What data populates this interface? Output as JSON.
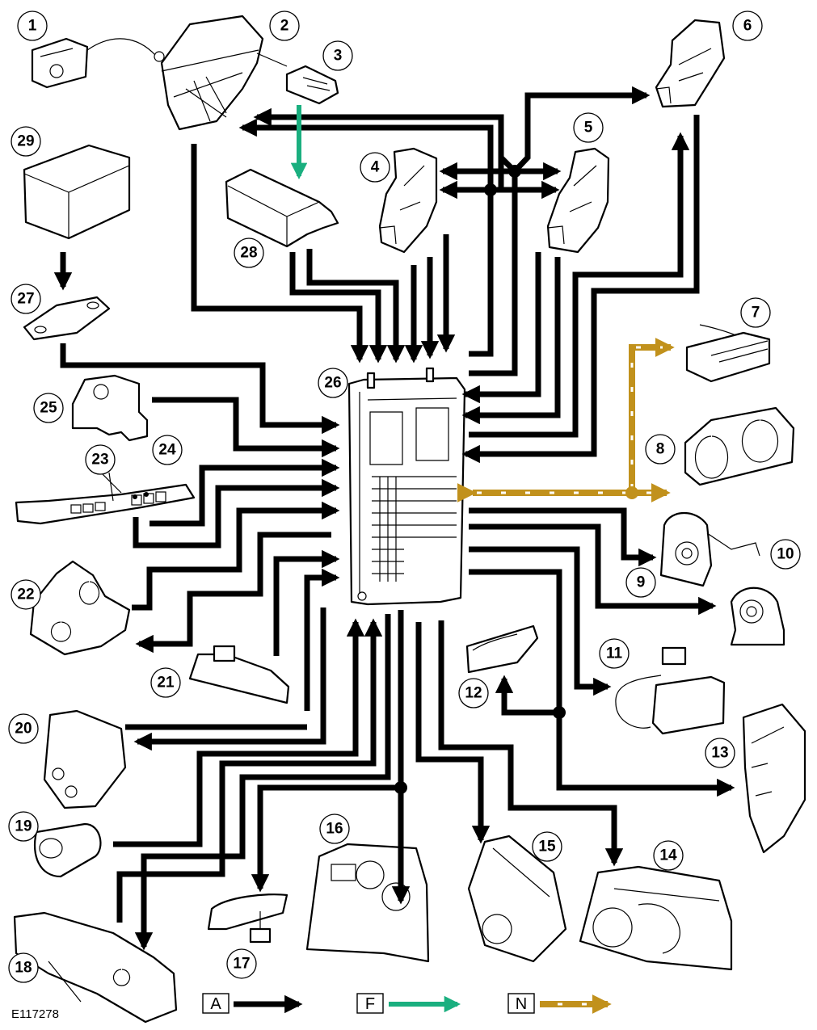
{
  "figure": {
    "reference_code": "E117278",
    "colors": {
      "wire_A": "#000000",
      "wire_F": "#1aaf7f",
      "wire_N": "#c1911c"
    }
  },
  "callouts": {
    "c1": "1",
    "c2": "2",
    "c3": "3",
    "c4": "4",
    "c5": "5",
    "c6": "6",
    "c7": "7",
    "c8": "8",
    "c9": "9",
    "c10": "10",
    "c11": "11",
    "c12": "12",
    "c13": "13",
    "c14": "14",
    "c15": "15",
    "c16": "16",
    "c17": "17",
    "c18": "18",
    "c19": "19",
    "c20": "20",
    "c21": "21",
    "c22": "22",
    "c23": "23",
    "c24": "24",
    "c25": "25",
    "c26": "26",
    "c27": "27",
    "c28": "28",
    "c29": "29"
  },
  "legend": {
    "items": [
      {
        "key": "A",
        "style": "solid-black-arrow"
      },
      {
        "key": "F",
        "style": "green-arrow"
      },
      {
        "key": "N",
        "style": "gold-dashed-arrow"
      }
    ]
  }
}
